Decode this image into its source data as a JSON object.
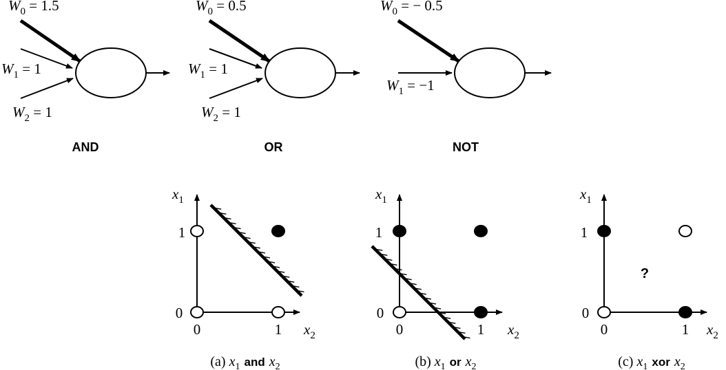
{
  "gates": [
    {
      "name": "AND",
      "w0": {
        "var": "W",
        "sub": "0",
        "rhs": " = 1.5"
      },
      "w1": {
        "var": "W",
        "sub": "1",
        "rhs": " = 1"
      },
      "w2": {
        "var": "W",
        "sub": "2",
        "rhs": " = 1"
      }
    },
    {
      "name": "OR",
      "w0": {
        "var": "W",
        "sub": "0",
        "rhs": " =  0.5"
      },
      "w1": {
        "var": "W",
        "sub": "1",
        "rhs": " = 1"
      },
      "w2": {
        "var": "W",
        "sub": "2",
        "rhs": " = 1"
      }
    },
    {
      "name": "NOT",
      "w0": {
        "var": "W",
        "sub": "0",
        "rhs": " = − 0.5"
      },
      "w1": {
        "var": "W",
        "sub": "1",
        "rhs": " = −1"
      }
    }
  ],
  "plots": [
    {
      "y_axis": {
        "var": "x",
        "sub": "1"
      },
      "x_axis": {
        "var": "x",
        "sub": "2"
      },
      "ticks": {
        "y0": "0",
        "y1": "1",
        "x0": "0",
        "x1": "1"
      },
      "points": [
        {
          "x1": 0,
          "x2": 0,
          "filled": false
        },
        {
          "x1": 1,
          "x2": 0,
          "filled": false
        },
        {
          "x1": 0,
          "x2": 1,
          "filled": false
        },
        {
          "x1": 1,
          "x2": 1,
          "filled": true
        }
      ],
      "separator": true,
      "caption": {
        "open": "(a) ",
        "v1": "x",
        "s1": "1",
        "op": "and",
        "v2": "x",
        "s2": "2"
      }
    },
    {
      "y_axis": {
        "var": "x",
        "sub": "1"
      },
      "x_axis": {
        "var": "x",
        "sub": "2"
      },
      "ticks": {
        "y0": "0",
        "y1": "1",
        "x0": "0",
        "x1": "1"
      },
      "points": [
        {
          "x1": 0,
          "x2": 0,
          "filled": false
        },
        {
          "x1": 1,
          "x2": 0,
          "filled": true
        },
        {
          "x1": 0,
          "x2": 1,
          "filled": true
        },
        {
          "x1": 1,
          "x2": 1,
          "filled": true
        }
      ],
      "separator": true,
      "caption": {
        "open": "(b) ",
        "v1": "x",
        "s1": "1",
        "op": "or",
        "v2": "x",
        "s2": "2"
      }
    },
    {
      "y_axis": {
        "var": "x",
        "sub": "1"
      },
      "x_axis": {
        "var": "x",
        "sub": "2"
      },
      "ticks": {
        "y0": "0",
        "y1": "1",
        "x0": "0",
        "x1": "1"
      },
      "points": [
        {
          "x1": 0,
          "x2": 0,
          "filled": false
        },
        {
          "x1": 1,
          "x2": 0,
          "filled": true
        },
        {
          "x1": 0,
          "x2": 1,
          "filled": true
        },
        {
          "x1": 1,
          "x2": 1,
          "filled": false
        }
      ],
      "separator": false,
      "question": "?",
      "caption": {
        "open": "(c) ",
        "v1": "x",
        "s1": "1",
        "op": "xor",
        "v2": "x",
        "s2": "2"
      }
    }
  ]
}
